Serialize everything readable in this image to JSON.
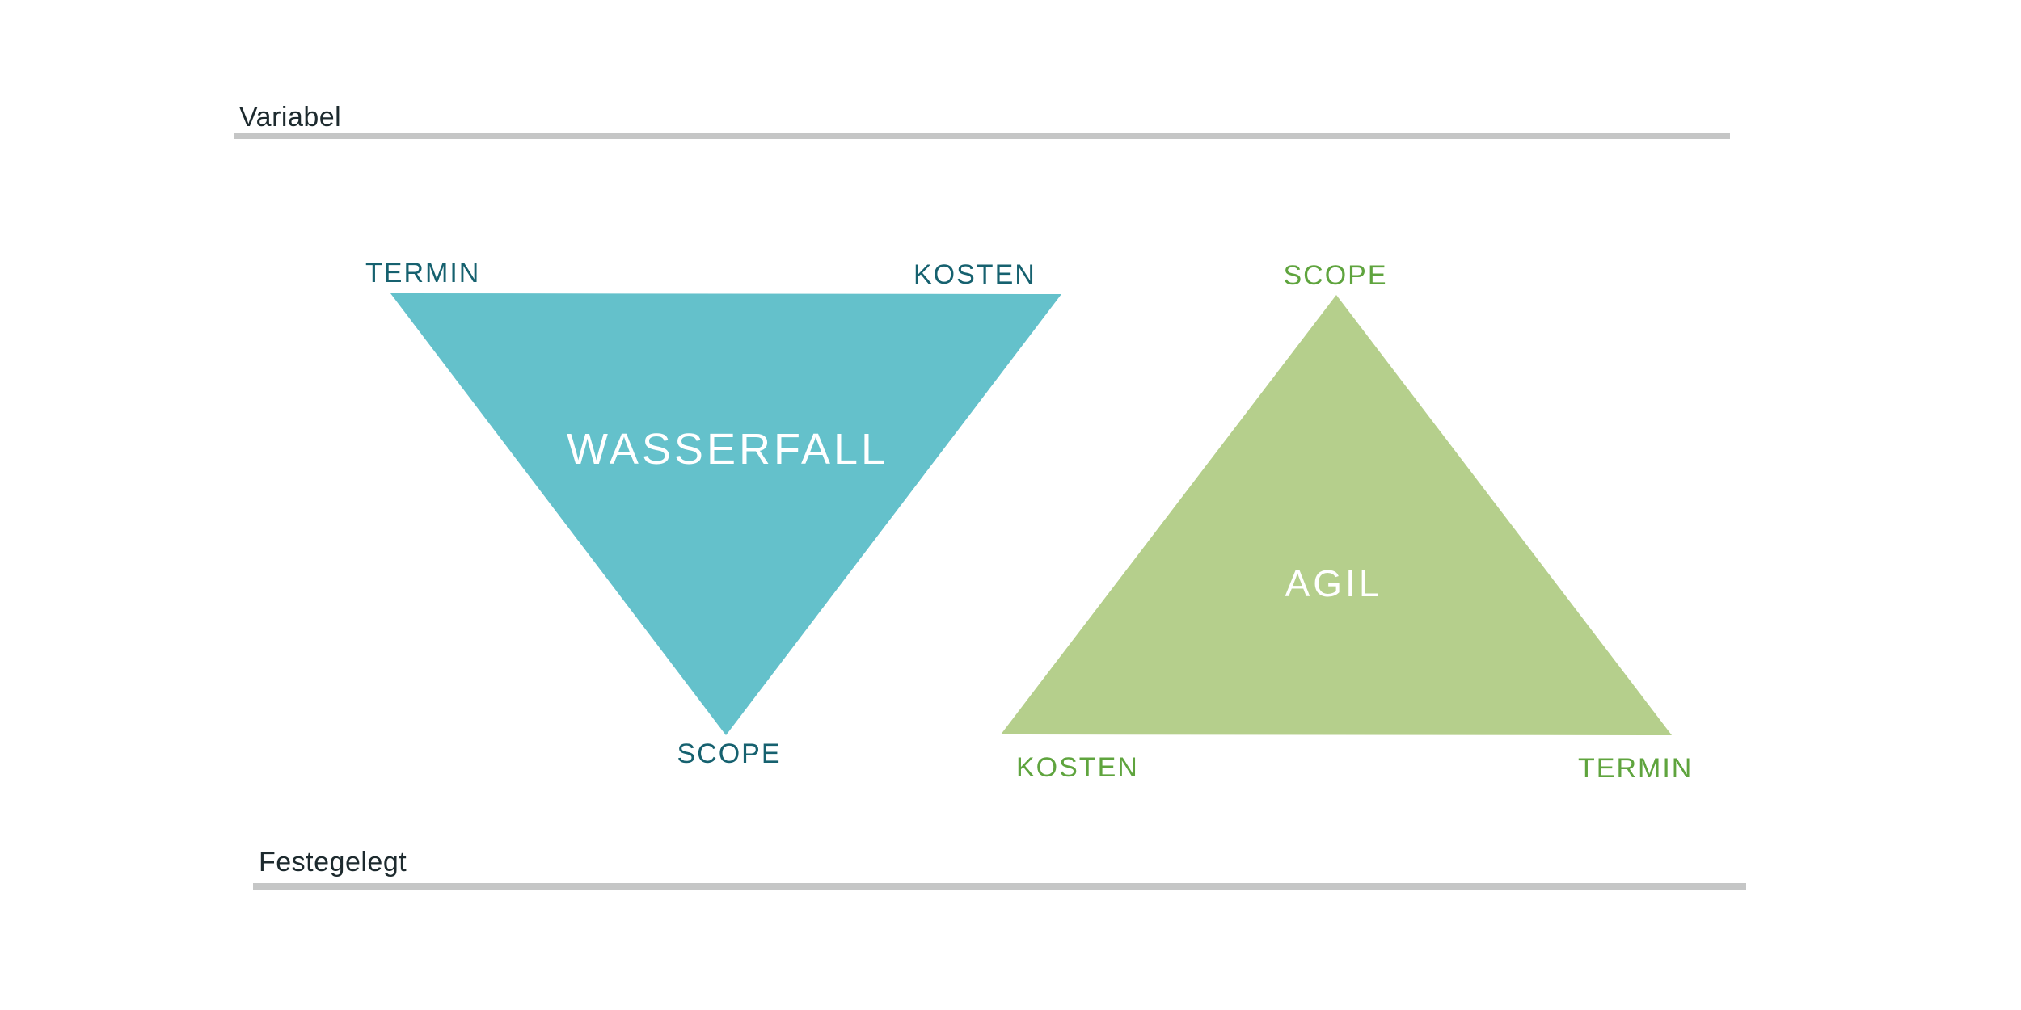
{
  "scale": {
    "top_label": "Variabel",
    "bottom_label": "Festegelegt"
  },
  "colors": {
    "rule_gray": "#c5c6c6",
    "scale_text": "#1d2a2e",
    "teal_fill": "#64c1cb",
    "teal_text": "#16616f",
    "green_fill": "#b5cf8c",
    "green_text": "#5fa43e",
    "triangle_title_text": "#ffffff"
  },
  "waterfall": {
    "title": "WASSERFALL",
    "corner_top_left": "TERMIN",
    "corner_top_right": "KOSTEN",
    "corner_bottom": "SCOPE"
  },
  "agile": {
    "title": "AGIL",
    "corner_top": "SCOPE",
    "corner_bottom_left": "KOSTEN",
    "corner_bottom_right": "TERMIN"
  }
}
